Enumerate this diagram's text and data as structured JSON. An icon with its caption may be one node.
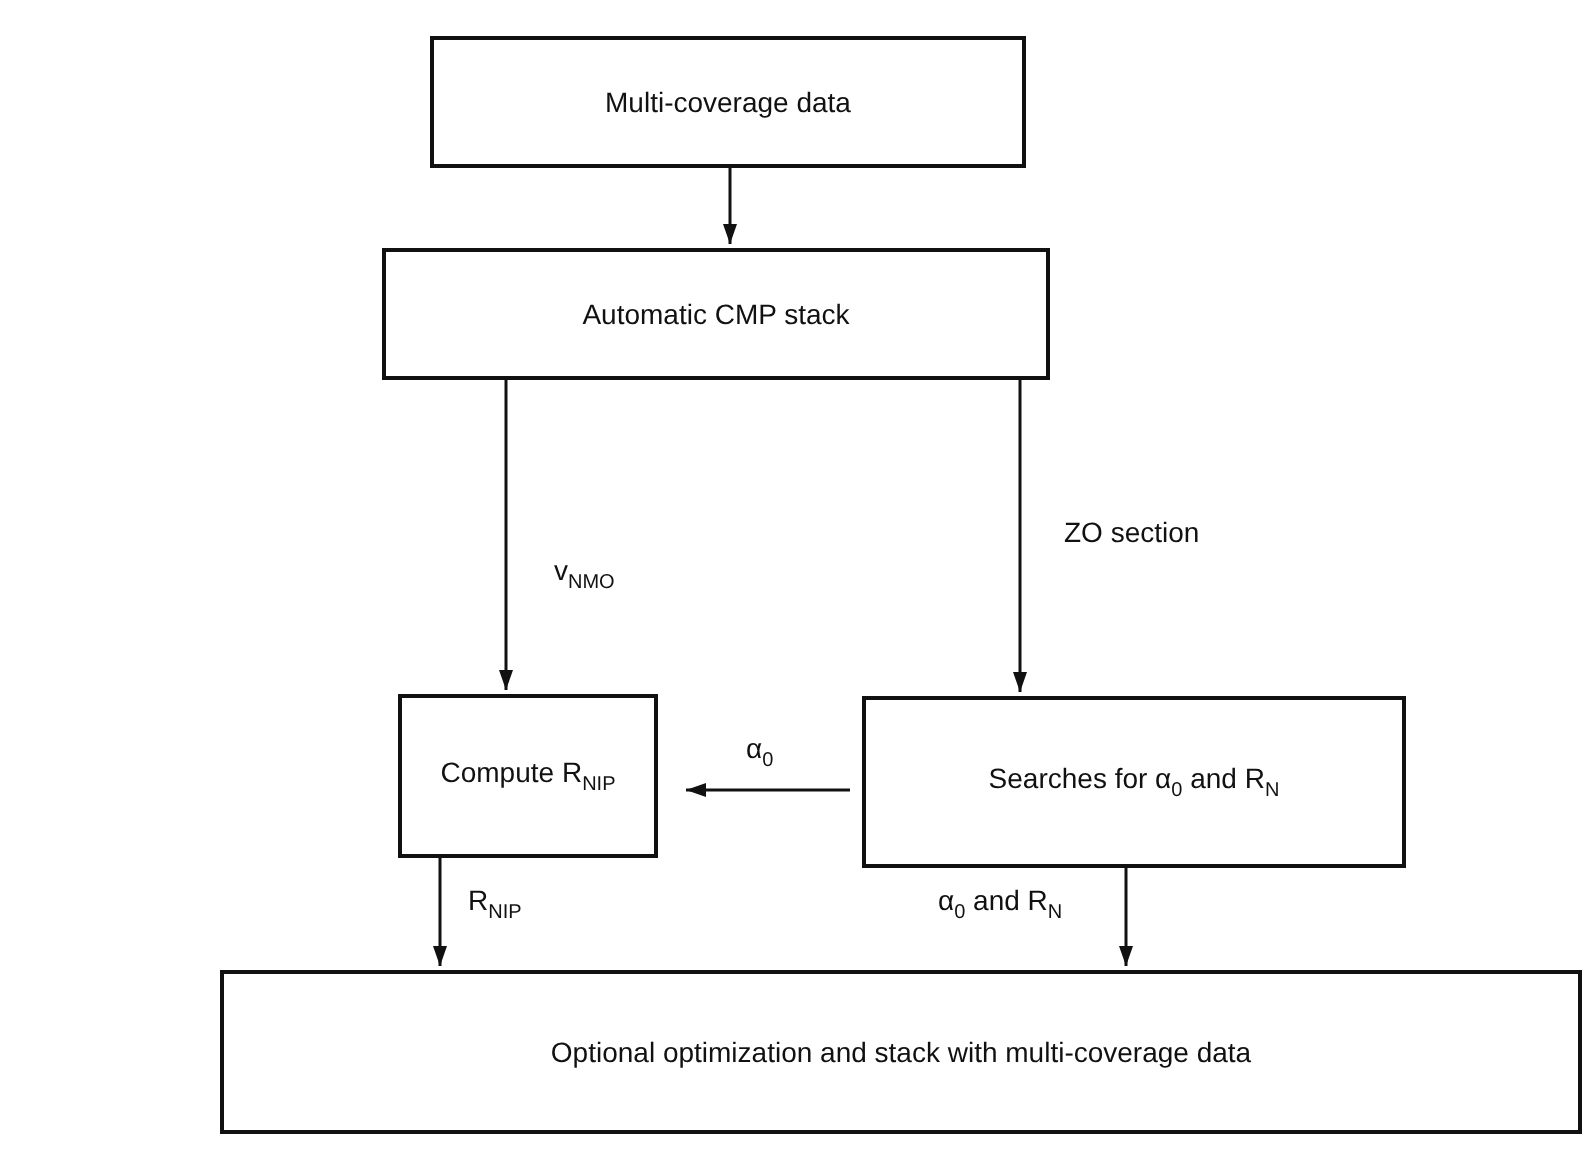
{
  "diagram": {
    "nodes": [
      {
        "text": [
          "Multi-coverage data"
        ]
      },
      {
        "text": [
          "Automatic CMP stack"
        ]
      },
      {
        "text": [
          "Compute R$_{NIP}$"
        ]
      },
      {
        "text": [
          "Searches for α$_{0}$ and R$_{N}$"
        ]
      },
      {
        "text": [
          "Optional optimization and stack with multi-coverage data"
        ]
      }
    ],
    "edges": [
      {
        "from": 0,
        "to": 1,
        "arrow": "to"
      },
      {
        "from": 1,
        "to": 2,
        "arrow": "to",
        "label": "v$_{NMO}$"
      },
      {
        "from": 1,
        "to": 3,
        "arrow": "to",
        "label": "ZO section"
      },
      {
        "from": 3,
        "to": 2,
        "arrow": "to",
        "label": "α$_{0}$"
      },
      {
        "from": 2,
        "to": 4,
        "arrow": "to",
        "label": "R$_{NIP}$"
      },
      {
        "from": 3,
        "to": 4,
        "arrow": "to",
        "label": "α$_{0}$ and R$_{N}$"
      }
    ]
  }
}
